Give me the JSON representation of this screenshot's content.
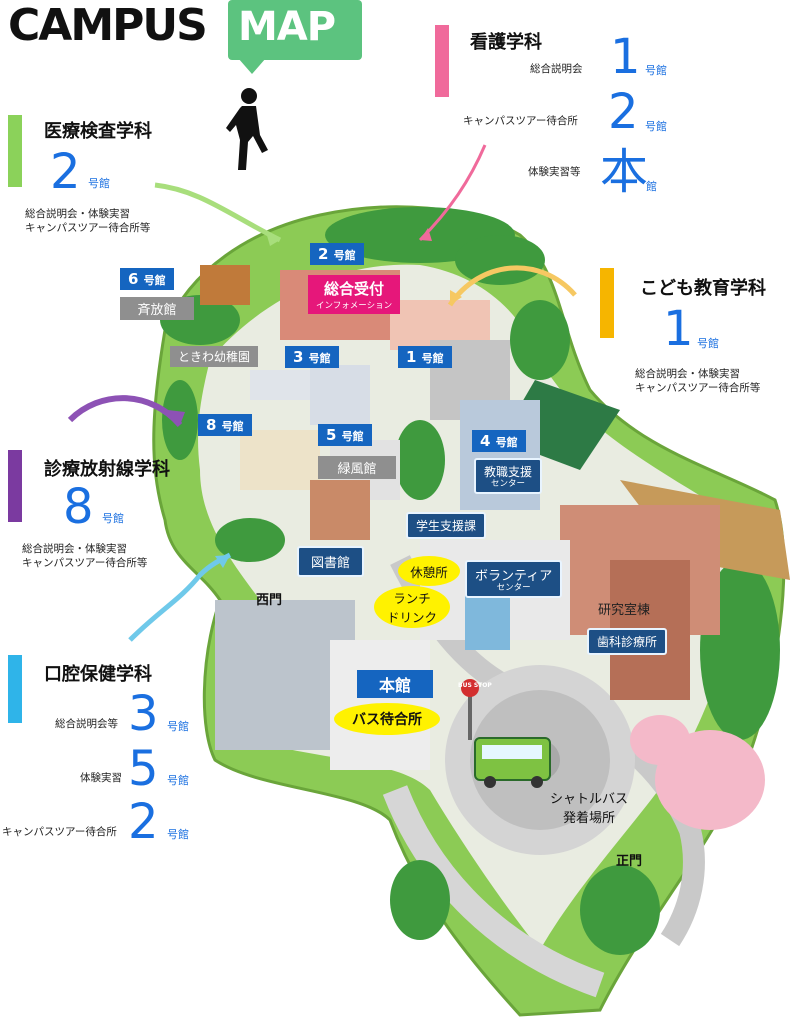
{
  "title": {
    "campus": "CAMPUS",
    "map": "MAP"
  },
  "colors": {
    "nursing": "#f06a9b",
    "medical_lab": "#8bd25a",
    "child_edu": "#f6b500",
    "radiology": "#7b3aa0",
    "oral_health": "#2fb4e9",
    "label_blue": "#1565c0",
    "number_blue": "#1a6fe0"
  },
  "departments": {
    "nursing": {
      "name": "看護学科",
      "rows": [
        {
          "label": "総合説明会",
          "num": "1",
          "unit": "号館"
        },
        {
          "label": "キャンパスツアー待合所",
          "num": "2",
          "unit": "号館"
        },
        {
          "label": "体験実習等",
          "num": "本",
          "unit": "館"
        }
      ]
    },
    "medical_lab": {
      "name": "医療検査学科",
      "num": "2",
      "unit": "号館",
      "notes": [
        "総合説明会・体験実習",
        "キャンパスツアー待合所等"
      ]
    },
    "child_edu": {
      "name": "こども教育学科",
      "num": "1",
      "unit": "号館",
      "notes": [
        "総合説明会・体験実習",
        "キャンパスツアー待合所等"
      ]
    },
    "radiology": {
      "name": "診療放射線学科",
      "num": "8",
      "unit": "号館",
      "notes": [
        "総合説明会・体験実習",
        "キャンパスツアー待合所等"
      ]
    },
    "oral_health": {
      "name": "口腔保健学科",
      "rows": [
        {
          "label": "総合説明会等",
          "num": "3",
          "unit": "号館"
        },
        {
          "label": "体験実習",
          "num": "5",
          "unit": "号館"
        },
        {
          "label": "キャンパスツアー待合所",
          "num": "2",
          "unit": "号館"
        }
      ]
    }
  },
  "map_labels": {
    "bldg2": {
      "num": "2",
      "unit": "号館"
    },
    "reception": {
      "main": "総合受付",
      "sub": "インフォメーション"
    },
    "bldg6": {
      "num": "6",
      "unit": "号館"
    },
    "seihoukan": "斉放館",
    "tokiwa": "ときわ幼稚園",
    "bldg3": {
      "num": "3",
      "unit": "号館"
    },
    "bldg1": {
      "num": "1",
      "unit": "号館"
    },
    "bldg8": {
      "num": "8",
      "unit": "号館"
    },
    "bldg5": {
      "num": "5",
      "unit": "号館"
    },
    "ryokufukan": "緑風館",
    "bldg4": {
      "num": "4",
      "unit": "号館"
    },
    "kyoshoku": {
      "main": "教職支援",
      "sub": "センター"
    },
    "gakusei": "学生支援課",
    "library": "図書館",
    "rest": "休憩所",
    "lunch": [
      "ランチ",
      "ドリンク"
    ],
    "volunteer": {
      "main": "ボランティア",
      "sub": "センター"
    },
    "lab_bldg": "研究室棟",
    "dental": "歯科診療所",
    "west_gate": "西門",
    "honkan": "本館",
    "bus_wait": "バス待合所",
    "bus_stop": "BUS STOP",
    "shuttle": [
      "シャトルバス",
      "発着場所"
    ],
    "main_gate": "正門"
  }
}
